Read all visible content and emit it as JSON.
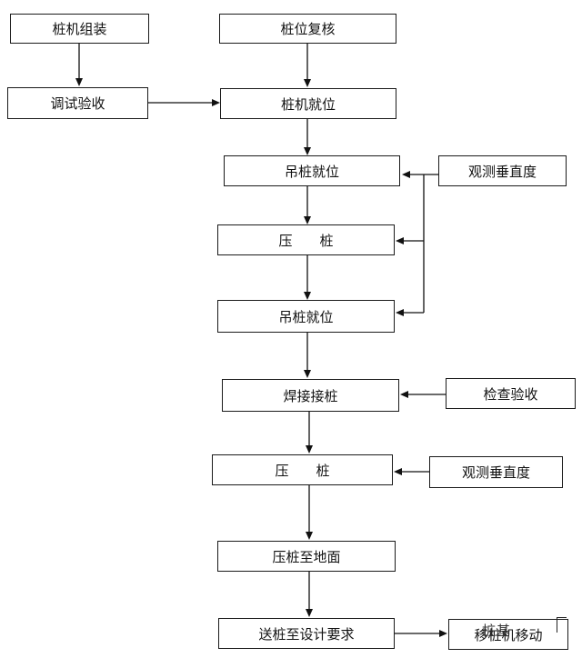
{
  "colors": {
    "line": "#111111",
    "box_border": "#1a1a1a",
    "text": "#111111",
    "background": "#ffffff"
  },
  "boxes": {
    "pile_machine_assembly": "桩机组装",
    "debug_acceptance": "调试验收",
    "pile_position_recheck": "桩位复核",
    "pile_machine_in_place": "桩机就位",
    "lift_pile_in_place_1": "吊桩就位",
    "press_pile_1": "压　　桩",
    "lift_pile_in_place_2": "吊桩就位",
    "weld_pile": "焊接接桩",
    "press_pile_2": "压　　桩",
    "press_to_ground": "压桩至地面",
    "send_pile_to_depth": "送桩至设计要求",
    "move_pile_machine": "移桩机移动",
    "observe_verticality_1": "观测垂直度",
    "inspect_acceptance": "检查验收",
    "observe_verticality_2": "观测垂直度"
  },
  "watermark": {
    "text": "桩基"
  }
}
